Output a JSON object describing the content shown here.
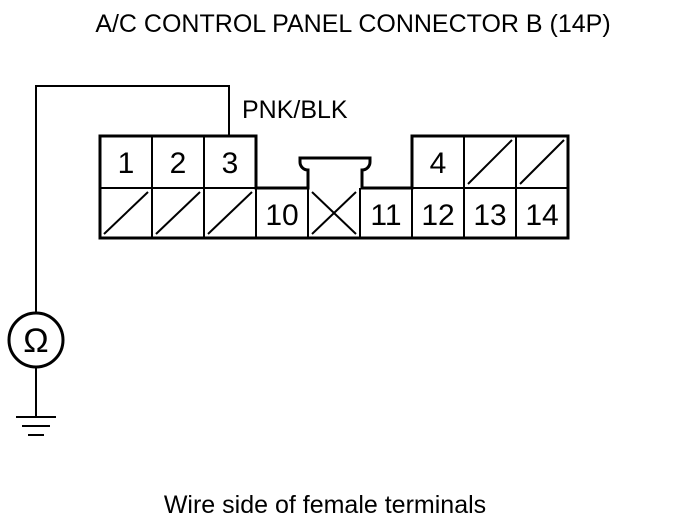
{
  "title": "A/C CONTROL PANEL CONNECTOR B (14P)",
  "wire_color": "PNK/BLK",
  "caption": "Wire side of female terminals",
  "meter_symbol": "Ω",
  "connector": {
    "top_row": [
      "1",
      "2",
      "3",
      "4"
    ],
    "bottom_row": [
      "10",
      "11",
      "12",
      "13",
      "14"
    ]
  },
  "colors": {
    "line": "#000000",
    "background": "#ffffff"
  }
}
